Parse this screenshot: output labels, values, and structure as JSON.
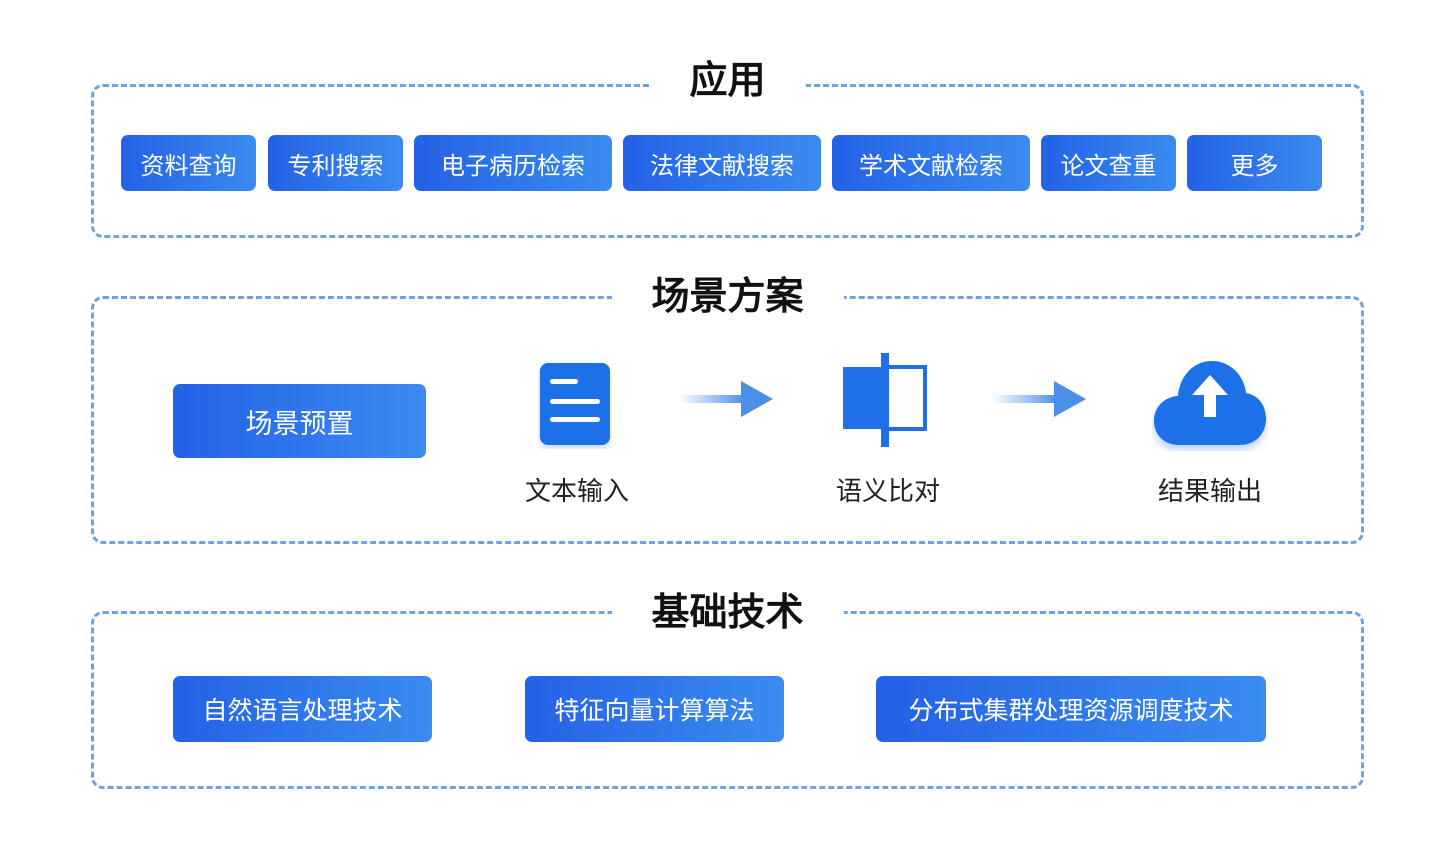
{
  "sections": {
    "application": {
      "title": "应用",
      "items": [
        "资料查询",
        "专利搜索",
        "电子病历检索",
        "法律文献搜索",
        "学术文献检索",
        "论文查重",
        "更多"
      ]
    },
    "scenario": {
      "title": "场景方案",
      "preset_label": "场景预置",
      "steps": [
        {
          "label": "文本输入",
          "icon": "document-icon"
        },
        {
          "label": "语义比对",
          "icon": "compare-icon"
        },
        {
          "label": "结果输出",
          "icon": "cloud-upload-icon"
        }
      ]
    },
    "technology": {
      "title": "基础技术",
      "items": [
        "自然语言处理技术",
        "特征向量计算算法",
        "分布式集群处理资源调度技术"
      ]
    }
  },
  "colors": {
    "border": "#6fa3dd",
    "button_start": "#2461e6",
    "button_end": "#3a8cf0",
    "icon_blue": "#1f6fe8",
    "arrow": "#4a8fe8"
  }
}
